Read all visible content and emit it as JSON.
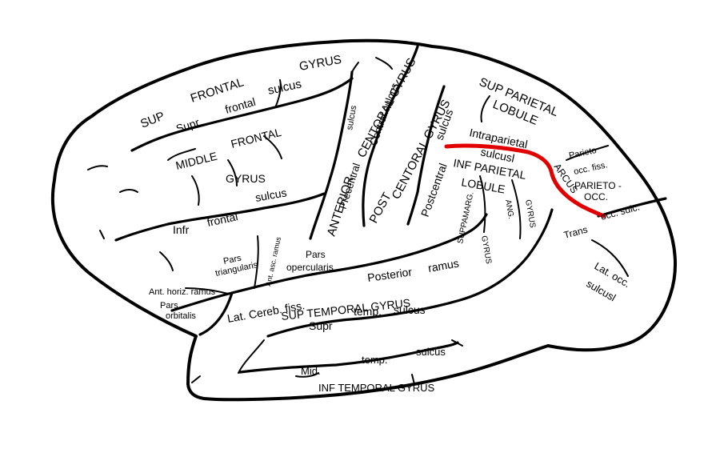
{
  "colors": {
    "outline": "#000000",
    "highlight": "#e00000",
    "background": "#ffffff"
  },
  "highlight_label": "Intraparietal sulcus (highlighted)",
  "labels": {
    "gyrus_top": "GYRUS",
    "sup": "SUP",
    "frontal_top": "FRONTAL",
    "sulcus_top": "sulcus",
    "supr": "Supr",
    "frontal_sup_sulcus": "frontal",
    "middle": "MIDDLE",
    "frontal_mid": "FRONTAL",
    "gyrus_mid": "GYRUS",
    "infr": "Infr",
    "frontal_inf": "frontal",
    "sulcus_inf": "sulcus",
    "sulcus_vert": "sulcus",
    "central_gyrus": "CENTORAL GYRUS",
    "central_sulcus": "Central sulcus",
    "precentral": "Precentral",
    "anterior": "ANTERIOR",
    "central_gyrus_post": "CENTORAL GYRUS",
    "post": "POST",
    "sulcus_post": "sulcus",
    "postcentral": "Postcentral",
    "sup_parietal": "SUP  PARIETAL",
    "lobule_sup": "LOBULE",
    "intraparietal": "Intraparietal",
    "sulcus_ip": "sulcusl",
    "inf_parietal": "INF  PARIETAL",
    "lobule_inf": "LOBULE",
    "parieto": "Parieto",
    "occ_fiss": "occ. fiss.",
    "arcus": "ARCUS",
    "parieto_occ": "PARIETO -",
    "occ": "OCC.",
    "trans": "Trans",
    "occ_sulc": "occ. sulc.",
    "lat_occ": "Lat. occ.",
    "sulcusl_occ": "sulcusl",
    "suppramarg": "SUPPAMARG.",
    "gyrus_sm": "GYRUS",
    "ang": "ANG.",
    "gyrus_ang": "GYRUS",
    "pars_opercularis": "Pars",
    "opercularis": "opercularis",
    "pars_triangularis": "Pars",
    "triangularis": "triangularis",
    "ant_asc_ramus": "Ant. asc. ramus",
    "ant_horiz_ramus": "Ant. horiz. ramus",
    "pars_orbitalis": "Pars",
    "orbitalis": "orbitalis",
    "lat_cereb_fiss": "Lat. Cereb. fiss.",
    "posterior": "Posterior",
    "ramus": "ramus",
    "sup_temporal_gyrus": "SUP  TEMPORAL  GYRUS",
    "supr_temp": "Supr",
    "temp": "temp.",
    "sulcus_temp": "sulcus",
    "mid": "Mid.",
    "temp_mid": "temp.",
    "sulcus_mid_temp": "sulcus",
    "inf_temporal_gyrus": "INF  TEMPORAL  GYRUS"
  }
}
